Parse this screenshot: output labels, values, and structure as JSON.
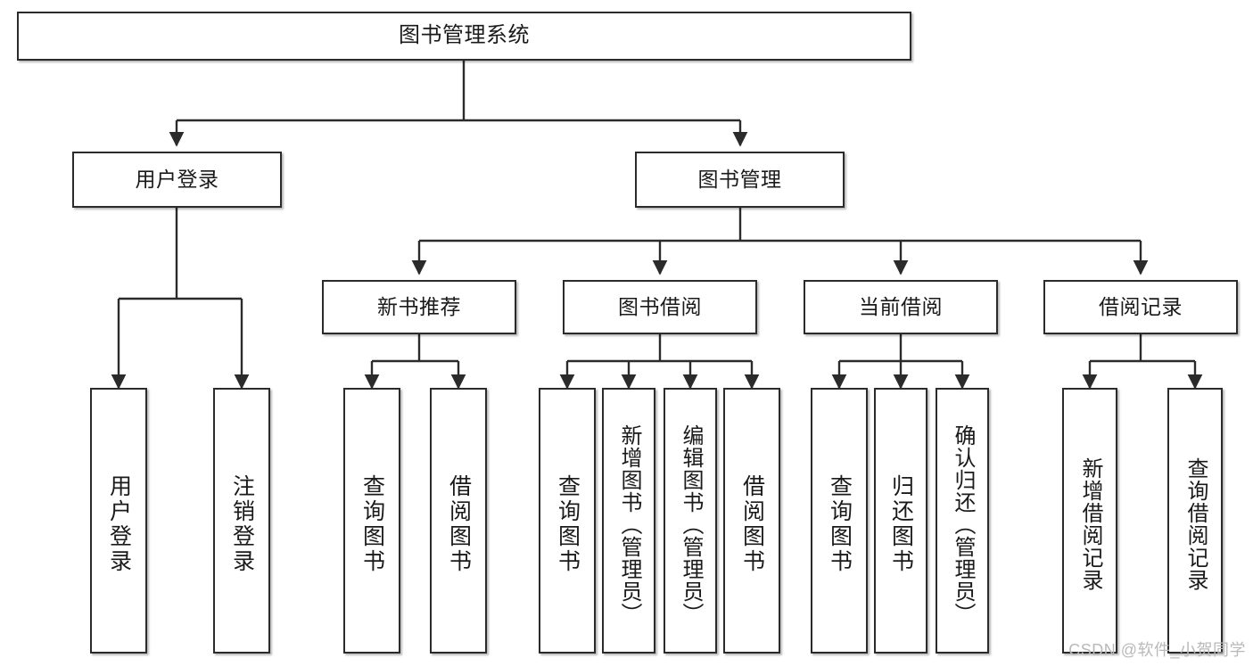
{
  "diagram": {
    "title": "图书管理系统",
    "type": "tree",
    "watermark": "CSDN @软件_小贺同学",
    "line_color": "#2b2b2b",
    "box_fill": "#ffffff",
    "text_color": "#1a1a1a",
    "root": {
      "label": "图书管理系统"
    },
    "level2": [
      {
        "label": "用户登录"
      },
      {
        "label": "图书管理"
      }
    ],
    "level3": [
      {
        "label": "新书推荐"
      },
      {
        "label": "图书借阅"
      },
      {
        "label": "当前借阅"
      },
      {
        "label": "借阅记录"
      }
    ],
    "leaves": [
      {
        "label": "用户登录",
        "parent": "用户登录"
      },
      {
        "label": "注销登录",
        "parent": "用户登录"
      },
      {
        "label": "查询图书",
        "parent": "新书推荐"
      },
      {
        "label": "借阅图书",
        "parent": "新书推荐"
      },
      {
        "label": "查询图书",
        "parent": "图书借阅"
      },
      {
        "label": "新增图书（管理员）",
        "parent": "图书借阅"
      },
      {
        "label": "编辑图书（管理员）",
        "parent": "图书借阅"
      },
      {
        "label": "借阅图书",
        "parent": "图书借阅"
      },
      {
        "label": "查询图书",
        "parent": "当前借阅"
      },
      {
        "label": "归还图书",
        "parent": "当前借阅"
      },
      {
        "label": "确认归还（管理员）",
        "parent": "当前借阅"
      },
      {
        "label": "新增借阅记录",
        "parent": "借阅记录"
      },
      {
        "label": "查询借阅记录",
        "parent": "借阅记录"
      }
    ]
  }
}
